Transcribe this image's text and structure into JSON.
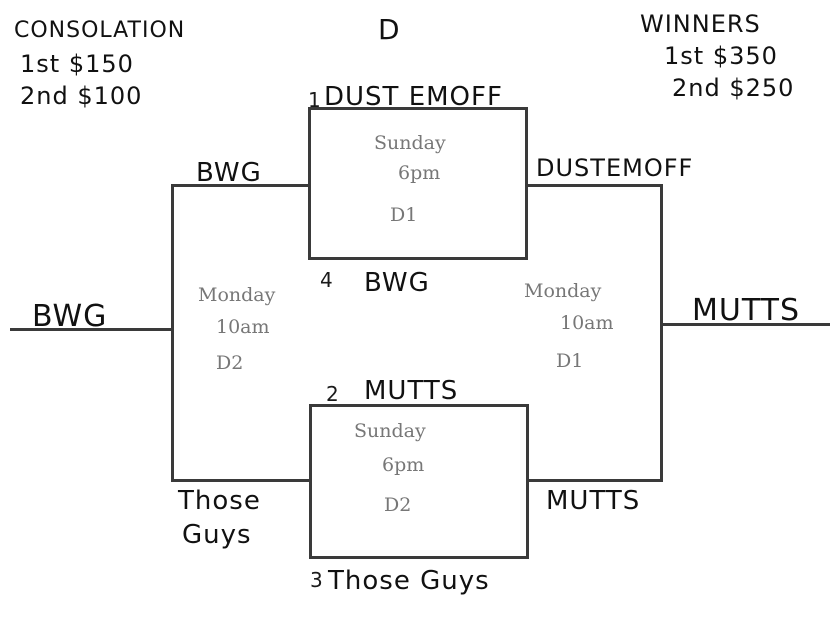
{
  "header": {
    "consolation_title": "CONSOLATION",
    "consolation_first": "1st $150",
    "consolation_second": "2nd $100",
    "bracket_letter": "D",
    "winners_title": "WINNERS",
    "winners_first": "1st $350",
    "winners_second": "2nd $250"
  },
  "games": {
    "top": {
      "day": "Sunday",
      "time": "6pm",
      "court": "D1"
    },
    "bottom": {
      "day": "Sunday",
      "time": "6pm",
      "court": "D2"
    },
    "consolation": {
      "day": "Monday",
      "time": "10am",
      "court": "D2"
    },
    "winners": {
      "day": "Monday",
      "time": "10am",
      "court": "D1"
    }
  },
  "seeds": {
    "seed1": {
      "num": "1",
      "team": "DUST EMOFF"
    },
    "seed4": {
      "num": "4",
      "team": "BWG"
    },
    "seed2": {
      "num": "2",
      "team": "MUTTS"
    },
    "seed3": {
      "num": "3",
      "team": "Those Guys"
    }
  },
  "advance": {
    "top_loser": "BWG",
    "bottom_loser_line1": "Those",
    "bottom_loser_line2": "Guys",
    "top_winner": "DUSTEMOFF",
    "bottom_winner": "MUTTS"
  },
  "results": {
    "consolation_champion": "BWG",
    "winners_champion": "MUTTS"
  }
}
